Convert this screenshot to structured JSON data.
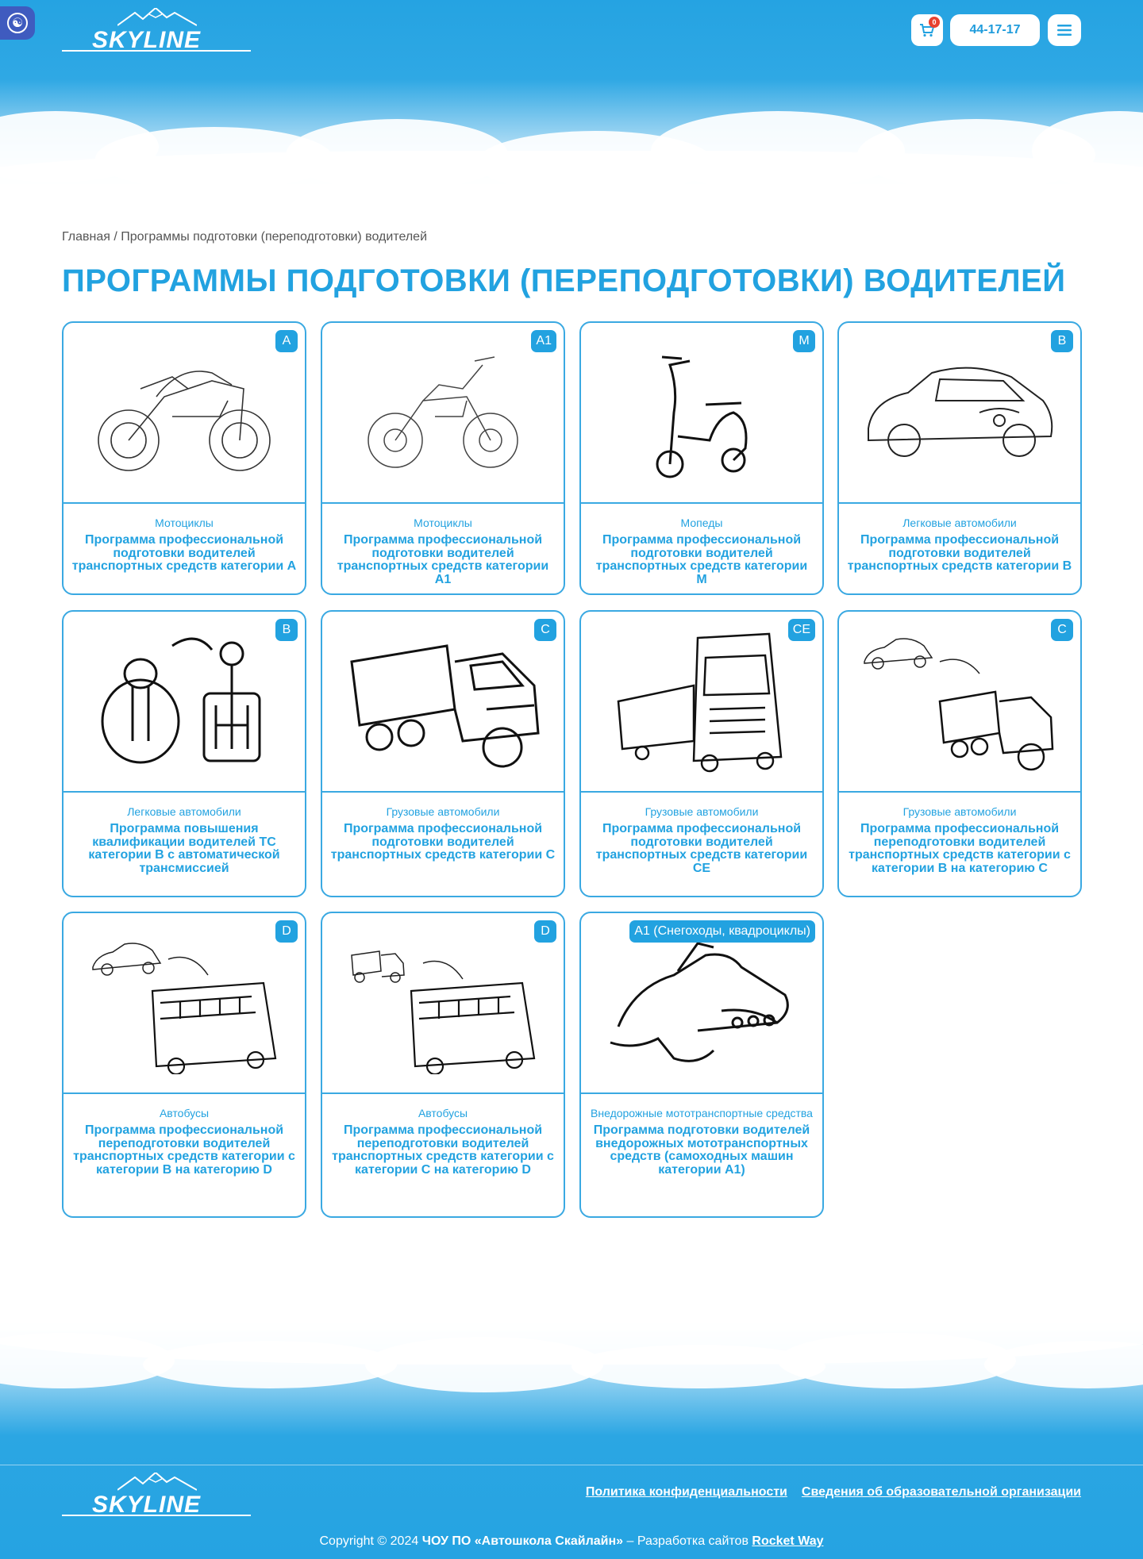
{
  "header": {
    "logo_text": "SKYLINE",
    "cart_count": "0",
    "phone": "44-17-17"
  },
  "breadcrumb": {
    "home": "Главная",
    "separator": "/",
    "current": "Программы подготовки (переподготовки) водителей"
  },
  "page_title": "ПРОГРАММЫ ПОДГОТОВКИ (ПЕРЕПОДГОТОВКИ) ВОДИТЕЛЕЙ",
  "cards": [
    {
      "badge": "A",
      "category": "Мотоциклы",
      "title": "Программа профессиональной подготовки водителей транспортных средств категории А",
      "icon": "motorcycle-icon"
    },
    {
      "badge": "A1",
      "category": "Мотоциклы",
      "title": "Программа профессиональной подготовки водителей транспортных средств категории А1",
      "icon": "dirt-bike-icon"
    },
    {
      "badge": "M",
      "category": "Мопеды",
      "title": "Программа профессиональной подготовки водителей транспортных средств категории М",
      "icon": "scooter-icon"
    },
    {
      "badge": "B",
      "category": "Легковые автомобили",
      "title": "Программа профессиональной подготовки водителей транспортных средств категории В",
      "icon": "car-icon"
    },
    {
      "badge": "B",
      "category": "Легковые автомобили",
      "title": "Программа повышения квалификации водителей ТС категории В с автоматической трансмиссией",
      "icon": "gear-shift-icon"
    },
    {
      "badge": "C",
      "category": "Грузовые автомобили",
      "title": "Программа профессиональной подготовки водителей транспортных средств категории С",
      "icon": "truck-icon"
    },
    {
      "badge": "CE",
      "category": "Грузовые автомобили",
      "title": "Программа профессиональной подготовки водителей транспортных средств категории СЕ",
      "icon": "semi-truck-icon"
    },
    {
      "badge": "C",
      "category": "Грузовые автомобили",
      "title": "Программа профессиональной переподготовки водителей транспортных средств категории с категории В на категорию С",
      "icon": "car-to-truck-icon"
    },
    {
      "badge": "D",
      "category": "Автобусы",
      "title": "Программа профессиональной переподготовки водителей транспортных средств категории с категории В на категорию D",
      "icon": "car-to-bus-icon"
    },
    {
      "badge": "D",
      "category": "Автобусы",
      "title": "Программа профессиональной переподготовки водителей транспортных средств категории с категории С на категорию D",
      "icon": "truck-to-bus-icon"
    },
    {
      "badge": "A1 (Снегоходы, квадроциклы)",
      "category": "Внедорожные мототранспортные средства",
      "title": "Программа подготовки водителей внедорожных мототранспортных средств (самоходных машин категории А1)",
      "icon": "snowmobile-icon"
    }
  ],
  "footer": {
    "logo_text": "SKYLINE",
    "links": [
      "Политика конфиденциальности",
      "Сведения об образовательной организации"
    ],
    "copyright_prefix": "Copyright © 2024",
    "company": "ЧОУ ПО «Автошкола Скайлайн»",
    "dev_text": "– Разработка сайтов",
    "dev_link": "Rocket Way"
  },
  "colors": {
    "brand": "#22a2e0",
    "sky": "#25a3e2",
    "badge_cart": "#e8412f",
    "a11y": "#3f5bbf"
  }
}
